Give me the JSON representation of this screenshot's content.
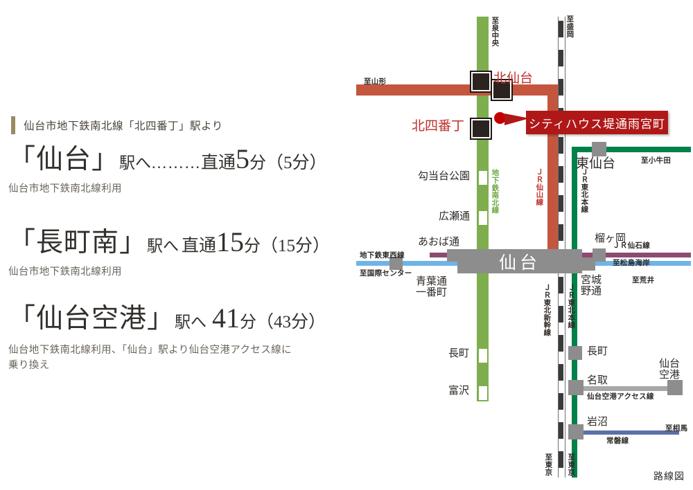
{
  "left_panel": {
    "kicker": "仙台市地下鉄南北線「北四番丁」駅より",
    "routes": [
      {
        "station": "「仙台」",
        "to": "駅へ",
        "dots": "………",
        "direct": "直通",
        "minutes": "5",
        "unit": "分",
        "paren": "（5分）",
        "note": "仙台市地下鉄南北線利用"
      },
      {
        "station": "「長町南」",
        "to": "駅へ",
        "dots": "",
        "direct": "直通",
        "minutes": "15",
        "unit": "分",
        "paren": "（15分）",
        "note": "仙台市地下鉄南北線利用"
      },
      {
        "station": "「仙台空港」",
        "to": "駅へ",
        "dots": "",
        "direct": "",
        "minutes": "41",
        "unit": "分",
        "paren": "（43分）",
        "note": "仙台地下鉄南北線利用、「仙台」駅より仙台空港アクセス線に\n乗り換え"
      }
    ]
  },
  "map": {
    "caption": "路線図",
    "callout": "シティハウス堤通雨宮町",
    "hub_station": "仙台",
    "stations": {
      "kita_sendai": "北仙台",
      "kita_yobancho": "北四番丁",
      "kotodai": "勾当台公園",
      "hirosedori": "広瀬通",
      "aobadori": "あおば通",
      "aobadori_ichibancho": "青葉通\n一番町",
      "nagamachi": "長町",
      "tomizawa": "富沢",
      "higashi_sendai": "東仙台",
      "tsutsujigaoka": "榴ヶ岡",
      "miyaginodori": "宮城\n野通",
      "nagamachi_jr": "長町",
      "natori": "名取",
      "iwanuma": "岩沼",
      "sendai_airport": "仙台\n空港"
    },
    "lines": {
      "nanboku": "地下鉄南北線",
      "senzan": "ＪＲ仙山線",
      "tohoku_honsen": "ＪＲ東北本線",
      "tohoku_shinkansen": "ＪＲ東北新幹線",
      "tozai": "地下鉄東西線",
      "senseki": "ＪＲ仙石線",
      "airport_access": "仙台空港アクセス線",
      "joban": "常磐線"
    },
    "directions": {
      "izumi_chuo": "至泉中央",
      "morioka": "至盛岡",
      "yamagata": "至山形",
      "kogota": "至小牛田",
      "matsushima_kaigan": "至松島海岸",
      "arai": "至荒井",
      "kokusai_center": "至国際センター",
      "soma": "至相馬",
      "tokyo_shinkansen": "至東京",
      "tokyo_honsen": "至東京"
    },
    "colors": {
      "subway_green": "#7fae4e",
      "senzan_red": "#c4563f",
      "tohoku_honsen_green": "#00804a",
      "senseki_purple": "#8e4a72",
      "tozai_blue": "#6fb4e6",
      "joban_blue": "#5b6fa8",
      "station_grey": "#8d8d8d",
      "callout_red": "#b01818",
      "accent_gold": "#9b8b63"
    }
  }
}
